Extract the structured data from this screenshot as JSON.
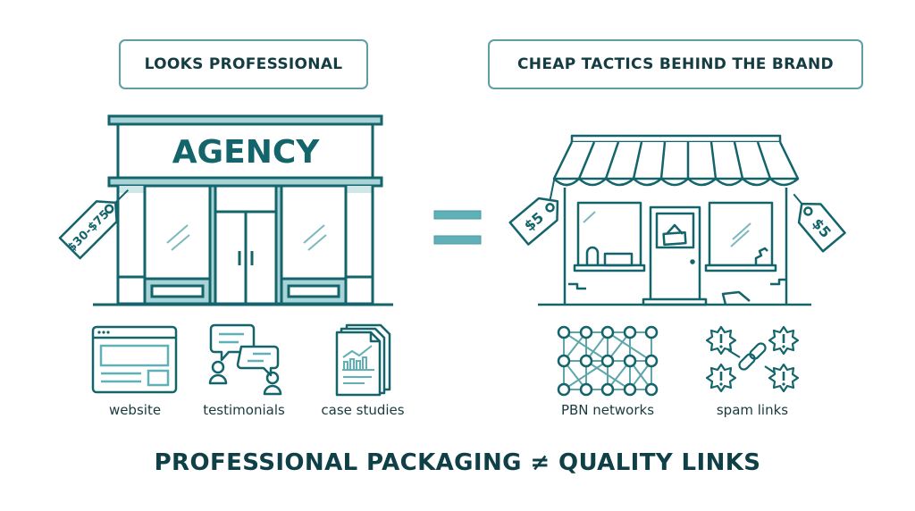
{
  "left_panel": {
    "heading": "LOOKS PROFESSIONAL",
    "storefront_sign": "AGENCY",
    "price_tag": "$30-$75",
    "items": [
      {
        "icon": "website-icon",
        "label": "website"
      },
      {
        "icon": "testimonials-icon",
        "label": "testimonials"
      },
      {
        "icon": "case-studies-icon",
        "label": "case studies"
      }
    ]
  },
  "center": {
    "symbol": "equals-icon"
  },
  "right_panel": {
    "heading": "CHEAP TACTICS BEHIND THE BRAND",
    "price_tag_left": "$5",
    "price_tag_right": "$5",
    "items": [
      {
        "icon": "network-icon",
        "label": "PBN networks"
      },
      {
        "icon": "spam-links-icon",
        "label": "spam links"
      }
    ]
  },
  "footer": {
    "tagline": "PROFESSIONAL PACKAGING ≠ QUALITY LINKS"
  },
  "colors": {
    "dark_teal": "#13646b",
    "mid_teal": "#5fb0b7",
    "light_teal": "#a9d4d7",
    "text": "#143c42",
    "border": "#5f9ea6"
  }
}
